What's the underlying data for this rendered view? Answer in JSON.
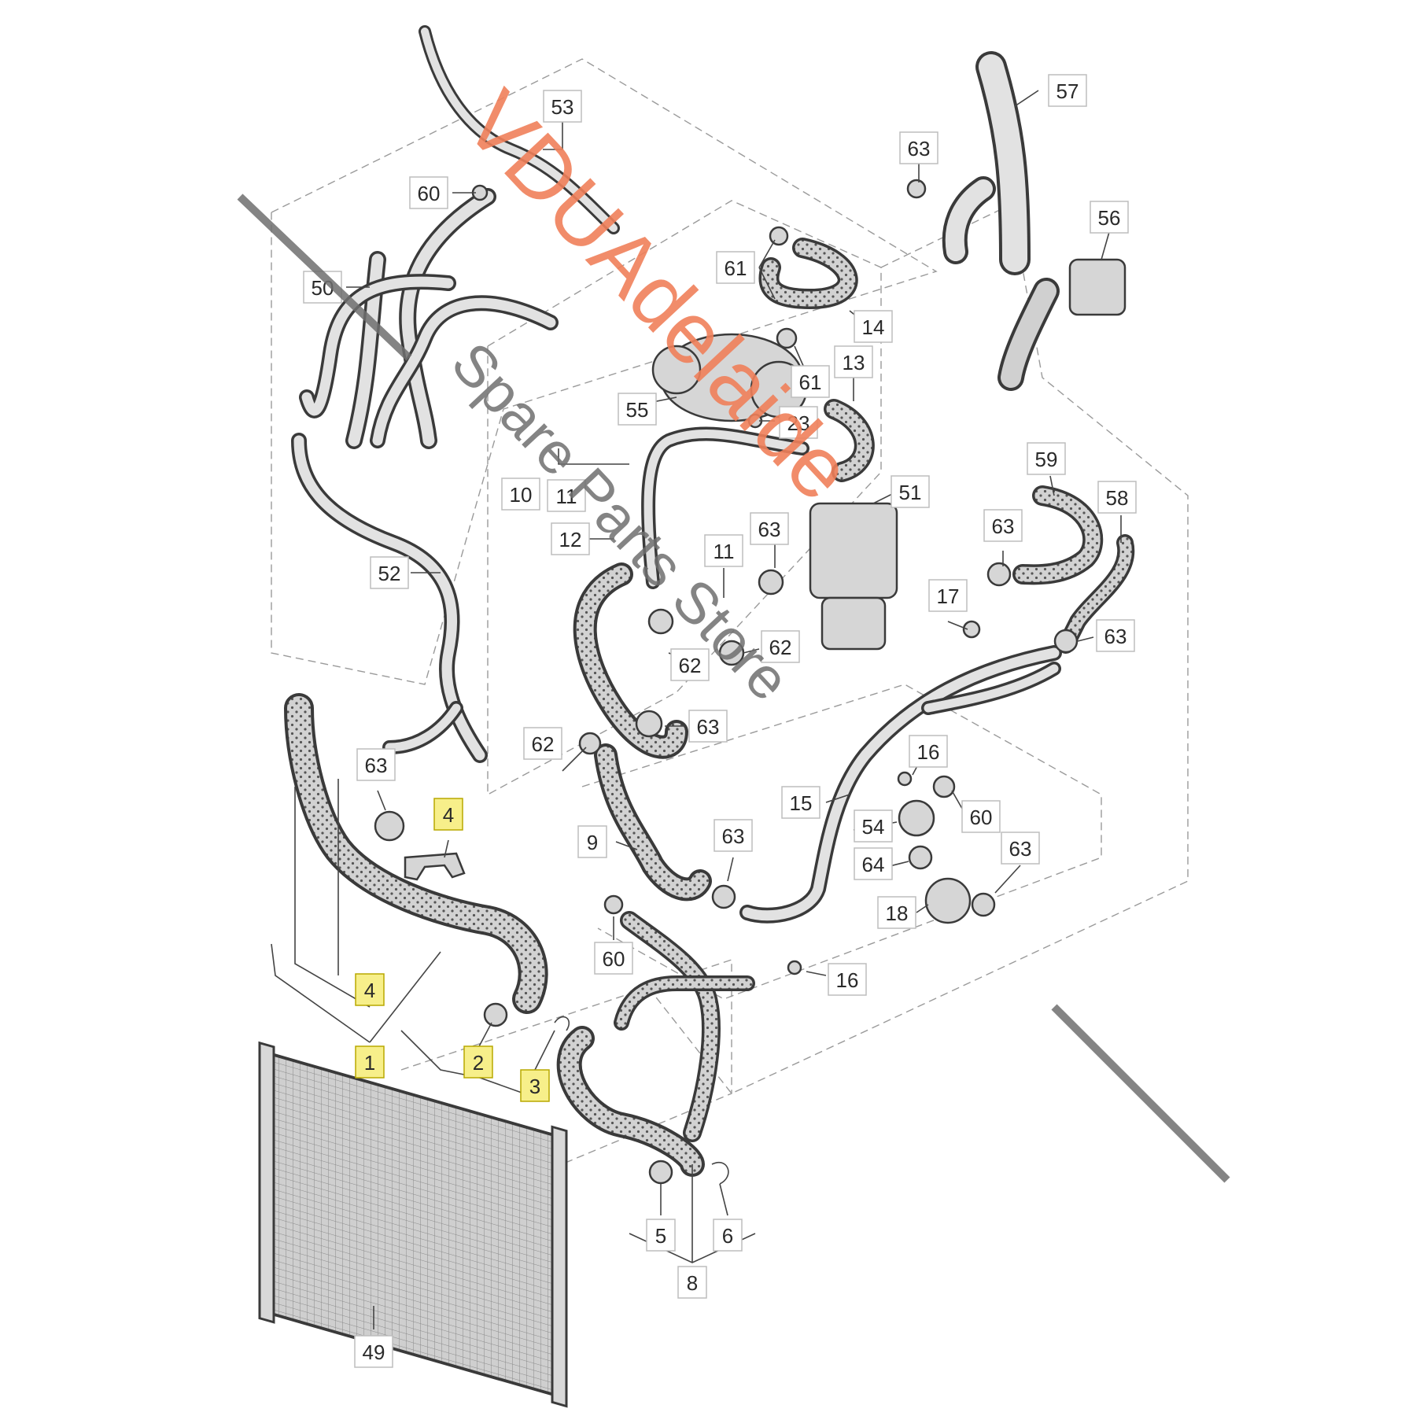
{
  "watermark": {
    "brand": "VDUAdelaide",
    "sub": "Spare Parts Store",
    "brand_color": "#f0805a",
    "sub_color": "#6e6e6e"
  },
  "highlight_color": "#f7ef8a",
  "callouts": [
    {
      "id": "c53",
      "label": "53",
      "highlighted": false
    },
    {
      "id": "c60a",
      "label": "60",
      "highlighted": false
    },
    {
      "id": "c50",
      "label": "50",
      "highlighted": false
    },
    {
      "id": "c52",
      "label": "52",
      "highlighted": false
    },
    {
      "id": "c55",
      "label": "55",
      "highlighted": false
    },
    {
      "id": "c61a",
      "label": "61",
      "highlighted": false
    },
    {
      "id": "c14",
      "label": "14",
      "highlighted": false
    },
    {
      "id": "c61b",
      "label": "61",
      "highlighted": false
    },
    {
      "id": "c13",
      "label": "13",
      "highlighted": false
    },
    {
      "id": "c23",
      "label": "23",
      "highlighted": false
    },
    {
      "id": "c10",
      "label": "10",
      "highlighted": false
    },
    {
      "id": "c11a",
      "label": "11",
      "highlighted": false
    },
    {
      "id": "c12",
      "label": "12",
      "highlighted": false
    },
    {
      "id": "c11b",
      "label": "11",
      "highlighted": false
    },
    {
      "id": "c63a",
      "label": "63",
      "highlighted": false
    },
    {
      "id": "c51",
      "label": "51",
      "highlighted": false
    },
    {
      "id": "c57",
      "label": "57",
      "highlighted": false
    },
    {
      "id": "c63b",
      "label": "63",
      "highlighted": false
    },
    {
      "id": "c56",
      "label": "56",
      "highlighted": false
    },
    {
      "id": "c59",
      "label": "59",
      "highlighted": false
    },
    {
      "id": "c58",
      "label": "58",
      "highlighted": false
    },
    {
      "id": "c63c",
      "label": "63",
      "highlighted": false
    },
    {
      "id": "c17",
      "label": "17",
      "highlighted": false
    },
    {
      "id": "c63d",
      "label": "63",
      "highlighted": false
    },
    {
      "id": "c62a",
      "label": "62",
      "highlighted": false
    },
    {
      "id": "c62b",
      "label": "62",
      "highlighted": false
    },
    {
      "id": "c62c",
      "label": "62",
      "highlighted": false
    },
    {
      "id": "c63e",
      "label": "63",
      "highlighted": false
    },
    {
      "id": "c16a",
      "label": "16",
      "highlighted": false
    },
    {
      "id": "c15",
      "label": "15",
      "highlighted": false
    },
    {
      "id": "c60b",
      "label": "60",
      "highlighted": false
    },
    {
      "id": "c54",
      "label": "54",
      "highlighted": false
    },
    {
      "id": "c64",
      "label": "64",
      "highlighted": false
    },
    {
      "id": "c63f",
      "label": "63",
      "highlighted": false
    },
    {
      "id": "c18",
      "label": "18",
      "highlighted": false
    },
    {
      "id": "c9",
      "label": "9",
      "highlighted": false
    },
    {
      "id": "c63g",
      "label": "63",
      "highlighted": false
    },
    {
      "id": "c60c",
      "label": "60",
      "highlighted": false
    },
    {
      "id": "c16b",
      "label": "16",
      "highlighted": false
    },
    {
      "id": "c63h",
      "label": "63",
      "highlighted": false
    },
    {
      "id": "c4a",
      "label": "4",
      "highlighted": true
    },
    {
      "id": "c4b",
      "label": "4",
      "highlighted": true
    },
    {
      "id": "c1",
      "label": "1",
      "highlighted": true
    },
    {
      "id": "c2",
      "label": "2",
      "highlighted": true
    },
    {
      "id": "c3",
      "label": "3",
      "highlighted": true
    },
    {
      "id": "c5",
      "label": "5",
      "highlighted": false
    },
    {
      "id": "c6",
      "label": "6",
      "highlighted": false
    },
    {
      "id": "c8",
      "label": "8",
      "highlighted": false
    },
    {
      "id": "c49",
      "label": "49",
      "highlighted": false
    }
  ]
}
